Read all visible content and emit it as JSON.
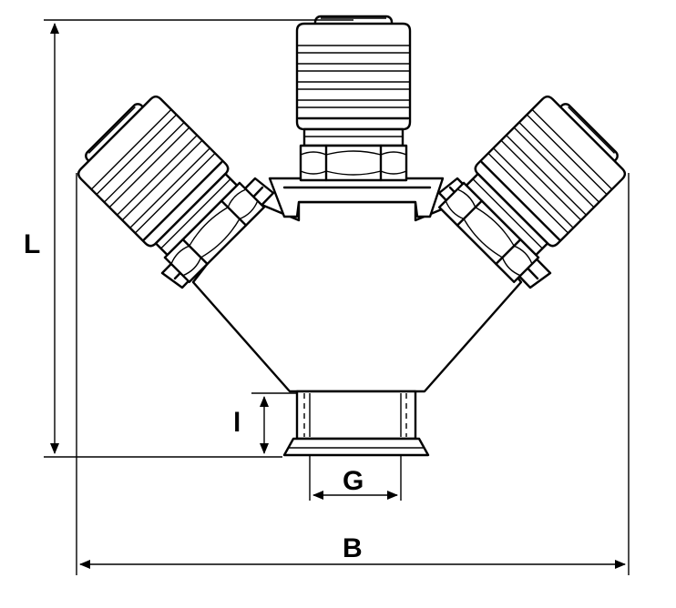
{
  "labels": {
    "length": "L",
    "thread_length": "l",
    "thread": "G",
    "width": "B"
  },
  "colors": {
    "line": "#000000",
    "background": "#ffffff"
  }
}
